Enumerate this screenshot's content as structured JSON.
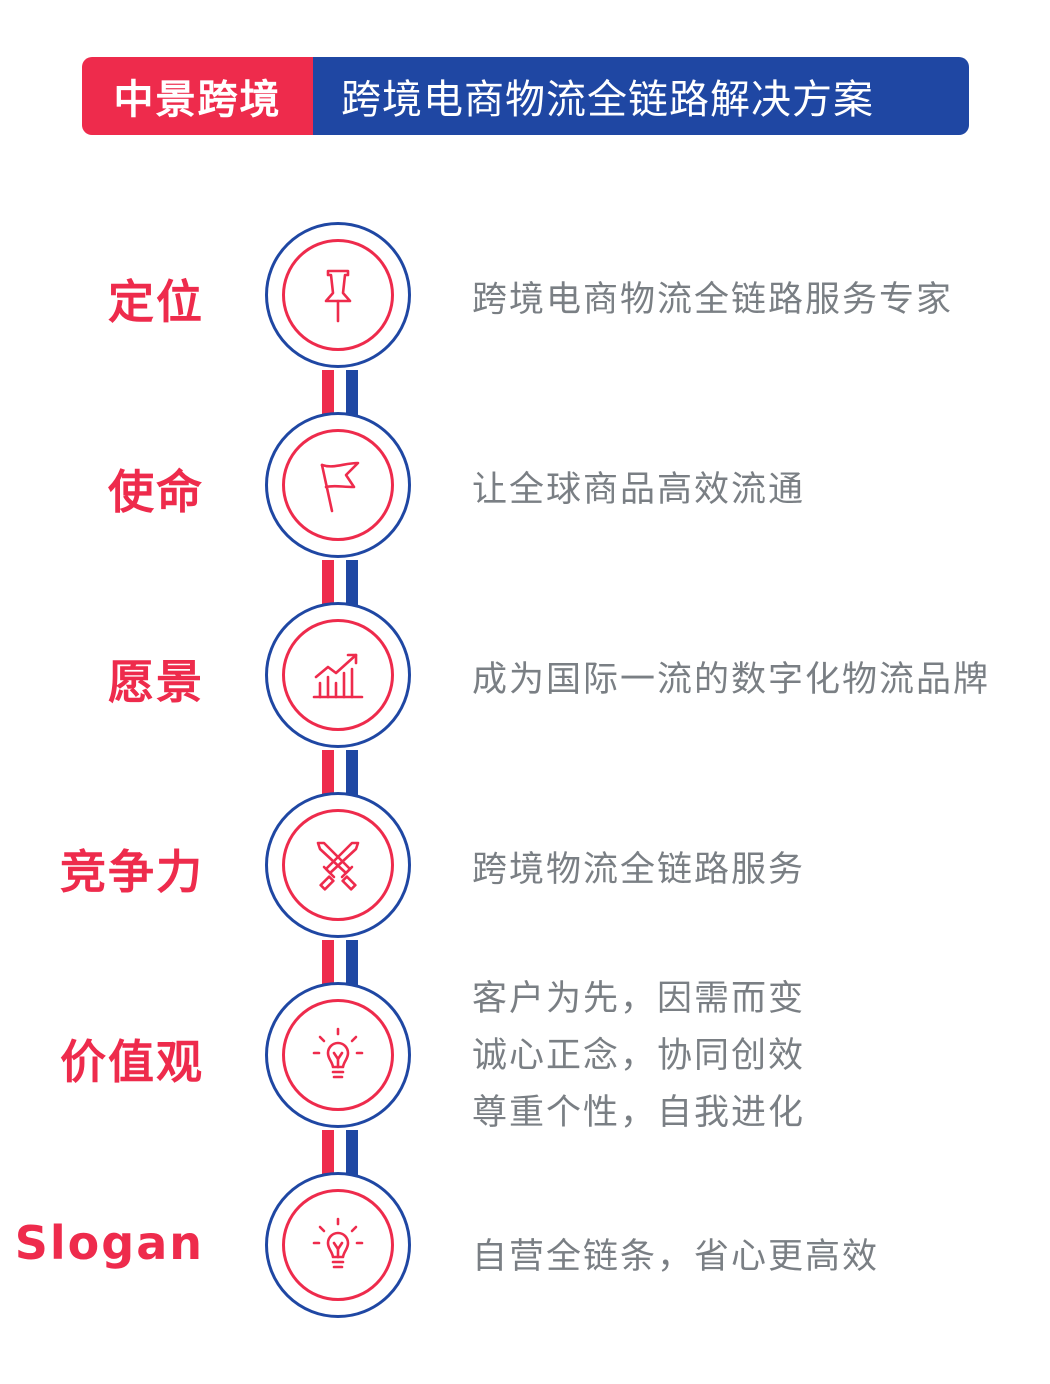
{
  "header": {
    "brand": "中景跨境",
    "title": "跨境电商物流全链路解决方案"
  },
  "rows": [
    {
      "label": "定位",
      "text": "跨境电商物流全链路服务专家",
      "icon": "pushpin-icon"
    },
    {
      "label": "使命",
      "text": "让全球商品高效流通",
      "icon": "flag-icon"
    },
    {
      "label": "愿景",
      "text": "成为国际一流的数字化物流品牌",
      "icon": "growth-chart-icon"
    },
    {
      "label": "竞争力",
      "text": "跨境物流全链路服务",
      "icon": "crossed-swords-icon"
    },
    {
      "label": "价值观",
      "lines": [
        "客户为先，因需而变",
        "诚心正念，协同创效",
        "尊重个性，自我进化"
      ],
      "icon": "lightbulb-icon"
    },
    {
      "label": "Slogan",
      "text": "自营全链条，省心更高效",
      "icon": "lightbulb-icon"
    }
  ],
  "colors": {
    "accent_red": "#ee2b4c",
    "accent_blue": "#1f47a3",
    "text_gray": "#7a7f84"
  }
}
